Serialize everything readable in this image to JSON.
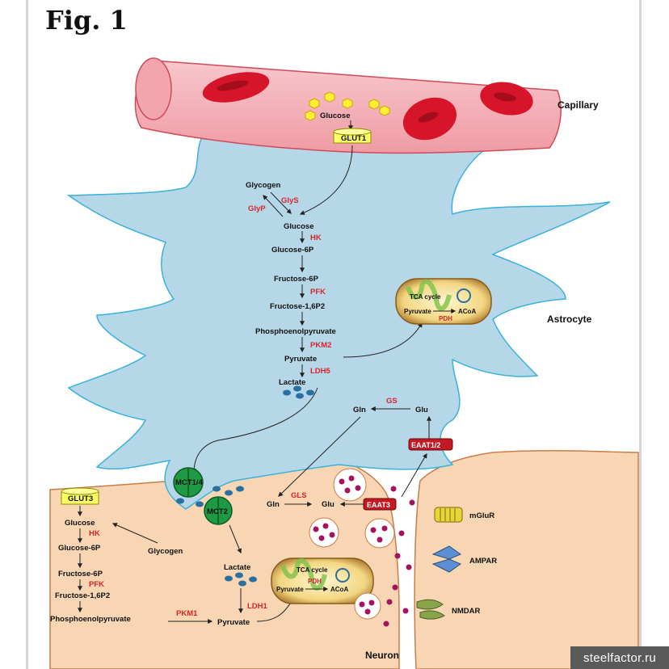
{
  "figure": {
    "title": "Fig. 1"
  },
  "compartments": {
    "capillary": "Capillary",
    "astrocyte": "Astrocyte",
    "neuron": "Neuron"
  },
  "capillary": {
    "glucose": "Glucose",
    "transporter": "GLUT1"
  },
  "astrocyte": {
    "glycogen": "Glycogen",
    "glys": "GlyS",
    "glyp": "GlyP",
    "pathway": [
      "Glucose",
      "Glucose-6P",
      "Fructose-6P",
      "Fructose-1,6P2",
      "Phosphoenolpyruvate",
      "Pyruvate",
      "Lactate"
    ],
    "enzymes": {
      "hk": "HK",
      "pfk": "PFK",
      "pkm2": "PKM2",
      "ldh5": "LDH5"
    },
    "mito": {
      "tca": "TCA cycle",
      "pyruvate": "Pyruvate",
      "acoa": "ACoA",
      "pdh": "PDH"
    },
    "gln": "Gln",
    "glu": "Glu",
    "gs": "GS",
    "eaat12": "EAAT1/2",
    "mct14": "MCT1/4"
  },
  "neuron": {
    "glut3": "GLUT3",
    "pathway": [
      "Glucose",
      "Glucose-6P",
      "Fructose-6P",
      "Fructose-1,6P2",
      "Phosphoenolpyruvate"
    ],
    "enzymes": {
      "hk": "HK",
      "pfk": "PFK",
      "pkm1": "PKM1",
      "ldh1": "LDH1",
      "gls": "GLS"
    },
    "glycogen": "Glycogen",
    "mct2": "MCT2",
    "lactate": "Lactate",
    "pyruvate": "Pyruvate",
    "gln": "Gln",
    "glu": "Glu",
    "eaat3": "EAAT3",
    "mito": {
      "tca": "TCA cycle",
      "pyruvate": "Pyruvate",
      "acoa": "ACoA",
      "pdh": "PDH"
    }
  },
  "receptors": {
    "mglur": "mGluR",
    "ampar": "AMPAR",
    "nmdar": "NMDAR"
  },
  "watermark": "steelfactor.ru",
  "colors": {
    "astrocyte": "#b6d7e8",
    "neuron": "#f8d6b4",
    "capillary": "#f5b9bf",
    "rbc": "#d7152a",
    "enzyme": "#d7262a",
    "transporter": "#ffff66",
    "mct": "#1f9a44",
    "vesicleDot": "#a4135e"
  }
}
